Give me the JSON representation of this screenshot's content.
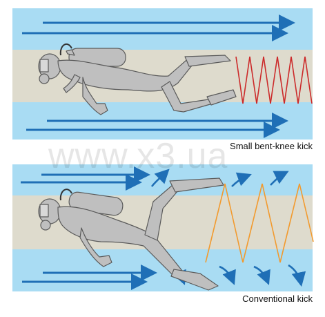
{
  "panels": [
    {
      "caption": "Small bent-knee kick",
      "kick_style": "small-bent-knee"
    },
    {
      "caption": "Conventional kick",
      "kick_style": "conventional"
    }
  ],
  "watermark": "www.x3.ua",
  "colors": {
    "water": "#a9dcf3",
    "tan_band": "#dedbcd",
    "arrow": "#1f6fb6",
    "diver_fill": "#bfbfbf",
    "diver_stroke": "#5a5a5a",
    "zigzag_small": "#cc2a2a",
    "zigzag_conventional": "#f29a2e"
  },
  "icons": [
    "diver-figure-icon",
    "flow-arrow-icon",
    "swirl-arrow-icon"
  ]
}
